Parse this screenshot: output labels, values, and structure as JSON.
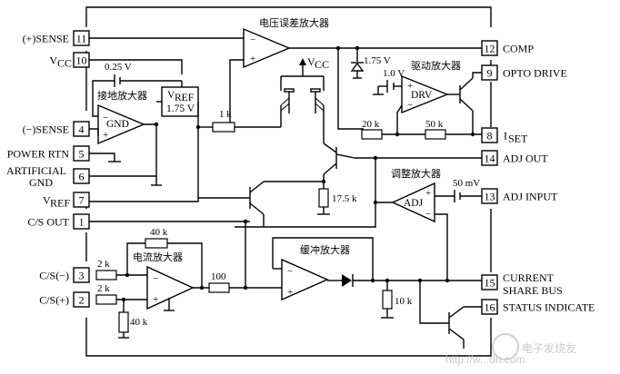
{
  "pins": [
    {
      "num": "11",
      "label": "(+)SENSE"
    },
    {
      "num": "10",
      "label": "VCC"
    },
    {
      "num": "4",
      "label": "(−)SENSE"
    },
    {
      "num": "5",
      "label": "POWER RTN"
    },
    {
      "num": "6",
      "label": "ARTIFICIAL GND"
    },
    {
      "num": "7",
      "label": "VREF"
    },
    {
      "num": "1",
      "label": "C/S OUT"
    },
    {
      "num": "3",
      "label": "C/S(−)"
    },
    {
      "num": "2",
      "label": "C/S(+)"
    },
    {
      "num": "12",
      "label": "COMP"
    },
    {
      "num": "9",
      "label": "OPTO DRIVE"
    },
    {
      "num": "8",
      "label": "ISET"
    },
    {
      "num": "14",
      "label": "ADJ OUT"
    },
    {
      "num": "13",
      "label": "ADJ INPUT"
    },
    {
      "num": "15",
      "label": "CURRENT SHARE BUS"
    },
    {
      "num": "16",
      "label": "STATUS INDICATE"
    }
  ],
  "left_labels": {
    "vcc_main": "V",
    "vcc_sub": "CC",
    "artificial": "ARTIFICIAL",
    "gnd": "GND",
    "vref_main": "V",
    "vref_sub": "REF"
  },
  "right_labels": {
    "iset_main": "I",
    "iset_sub": "SET",
    "current": "CURRENT",
    "share_bus": "SHARE BUS"
  },
  "amplifiers": {
    "voltage_error": "电压误差放大器",
    "ground": "接地放大器",
    "ground_tag": "GND",
    "drive": "驱动放大器",
    "drive_tag": "DRV",
    "adjust": "调整放大器",
    "adjust_tag": "ADJ",
    "current": "电流放大器",
    "buffer": "缓冲放大器"
  },
  "components": {
    "vcc_main": "V",
    "vcc_sub": "CC",
    "v025": "0.25 V",
    "vref_box_main": "V",
    "vref_box_sub": "REF",
    "vref_box_val": "1.75 V",
    "r1k": "1 k",
    "zener": "1.75 V",
    "v10": "1.0 V",
    "r20k": "20 k",
    "r50k": "50 k",
    "r175k": "17.5 k",
    "v50m": "50 mV",
    "r40k_top": "40 k",
    "r2k_a": "2 k",
    "r2k_b": "2 k",
    "r100": "100",
    "r40k_bot": "40 k",
    "r10k": "10 k"
  },
  "watermark": {
    "url": "http://w...dn.com",
    "brand": "电子发烧友"
  }
}
